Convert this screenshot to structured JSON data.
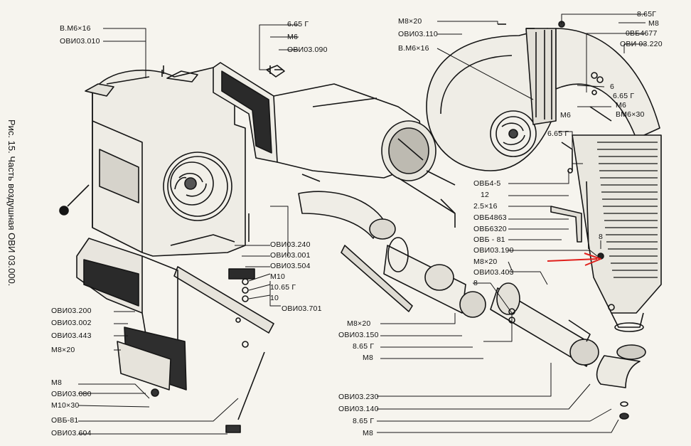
{
  "caption": "Рис. 15. Часть воздушная ОВИ 03.000.",
  "labels": {
    "l_bm6x16_left": "B.M6×16",
    "l_ovi03010": "ОВИ03.010",
    "l_665g_top": "6.65 Г",
    "l_m6_top": "M6",
    "l_ovi03090": "ОВИ03.090",
    "l_ovi03240": "ОВИ03.240",
    "l_ovi03001": "ОВИ03.001",
    "l_ovi03504": "ОВИ03.504",
    "l_m10_mid": "M10",
    "l_1065g": "10.65 Г",
    "l_10": "10",
    "l_ovi03701": "ОВИ03.701",
    "l_ovi03200": "ОВИ03.200",
    "l_ovi03002": "ОВИ03.002",
    "l_ovi03443": "ОВИ03.443",
    "l_m8x20_left": "M8×20",
    "l_m8_left": "M8",
    "l_ovi03080": "ОВИ03.080",
    "l_m10x30": "M10×30",
    "l_ovb81_left": "ОВБ-81",
    "l_ovi03604": "ОВИ03.604",
    "l_m8x20_top": "M8×20",
    "l_ovi03110": "ОВИ03.110",
    "l_bm6x16_top": "B.M6×16",
    "l_865g_tr": "8.65Г",
    "l_m8_tr": "M8",
    "l_ovb64677": "0ВБ4677",
    "l_ovi03220": "ОВИ 03.220",
    "l_6": "6",
    "l_665g_r": "6.65 Г",
    "l_m6_r": "M6",
    "l_bm6x30": "BM6×30",
    "l_m6_center": "M6",
    "l_665g_center": "6.65 Г",
    "l_ovb645": "ОВБ4-5",
    "l_12": "12",
    "l_25x16": "2.5×16",
    "l_ovb4863": "ОВБ4863",
    "l_ovb6320": "ОВБ6320",
    "l_ovb81_r": "ОВБ - 81",
    "l_8_right": "8",
    "l_ovi03190": "ОВИ03.190",
    "l_m8x20_r": "M8×20",
    "l_ovi03403": "ОВИ03.403",
    "l_8_mid": "8",
    "l_m8x20_mid": "M8×20",
    "l_ovi03150": "ОВИ03.150",
    "l_865g_mid": "8.65 Г",
    "l_m8_mid": "M8",
    "l_ovi03230": "ОВИ03.230",
    "l_ovi03140": "ОВИ03.140",
    "l_865g_bot": "8.65 Г",
    "l_m8_bot": "M8"
  },
  "colors": {
    "ink": "#151515",
    "paper": "#f6f4ee",
    "arrow": "#e0201c"
  }
}
